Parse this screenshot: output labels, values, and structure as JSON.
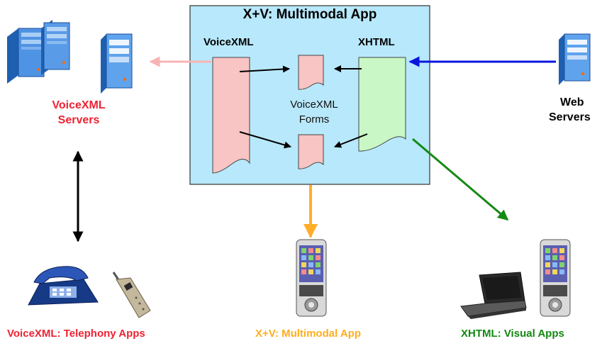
{
  "panel": {
    "title": "X+V: Multimodal App",
    "voicexml_label": "VoiceXML",
    "xhtml_label": "XHTML",
    "forms_label_line1": "VoiceXML",
    "forms_label_line2": "Forms"
  },
  "voicexml_servers": {
    "line1": "VoiceXML",
    "line2": "Servers"
  },
  "web_servers": {
    "line1": "Web",
    "line2": "Servers"
  },
  "bottom": {
    "telephony": "VoiceXML: Telephony Apps",
    "multimodal": "X+V: Multimodal App",
    "visual": "XHTML: Visual Apps"
  },
  "colors": {
    "panel_bg": "#b8e8fb",
    "voicexml_doc": "#f9c4c4",
    "xhtml_doc": "#c9f7c6",
    "voicexml_text": "#ee2233",
    "multimodal_text": "#ffad1f",
    "visual_text": "#128812",
    "blue_arrow": "#0a14dd",
    "pink_arrow": "#f7b3b3",
    "green_arrow": "#138a13",
    "orange_arrow": "#ffae28"
  },
  "icons": [
    "server-rack-icon",
    "server-tower-icon",
    "desk-phone-icon",
    "mobile-phone-icon",
    "pda-icon",
    "laptop-icon"
  ]
}
